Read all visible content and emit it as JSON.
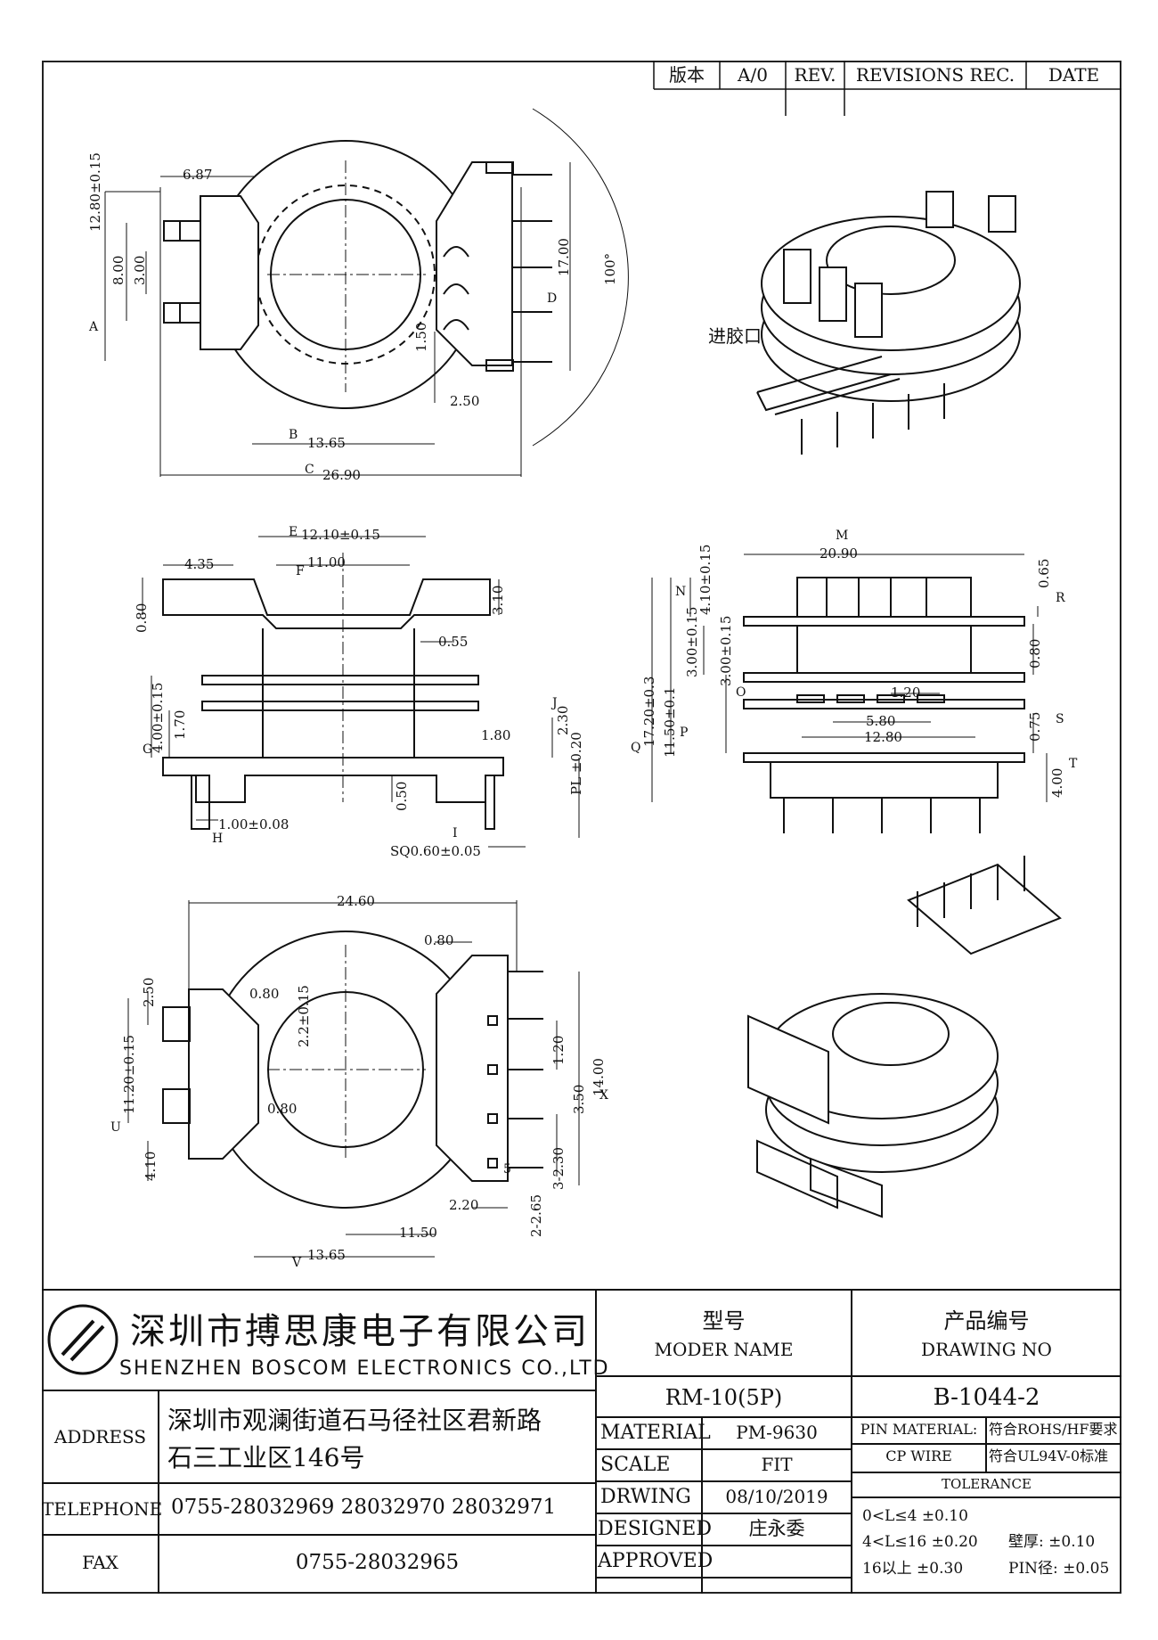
{
  "revision_block": {
    "version_label": "版本",
    "version_value": "A/0",
    "rev_label": "REV.",
    "records_label": "REVISIONS REC.",
    "date_label": "DATE"
  },
  "title_block": {
    "company_cn": "深圳市搏思康电子有限公司",
    "company_en": "SHENZHEN BOSCOM ELECTRONICS CO.,LTD",
    "model_label_cn": "型号",
    "model_label_en": "MODER NAME",
    "model_value": "RM-10(5P)",
    "drawing_label_cn": "产品编号",
    "drawing_label_en": "DRAWING NO",
    "drawing_value": "B-1044-2",
    "address_label": "ADDRESS",
    "address_line1": "深圳市观澜街道石马径社区君新路",
    "address_line2": "石三工业区146号",
    "telephone_label": "TELEPHONE",
    "telephone_value": "0755-28032969 28032970 28032971",
    "fax_label": "FAX",
    "fax_value": "0755-28032965",
    "material_label": "MATERIAL",
    "material_value": "PM-9630",
    "scale_label": "SCALE",
    "scale_value": "FIT",
    "drawing_date_label": "DRWING",
    "drawing_date_value": "08/10/2019",
    "designed_label": "DESIGNED",
    "designed_value": "庄永委",
    "approved_label": "APPROVED",
    "pin_material_label": "PIN MATERIAL:",
    "pin_material_value": "CP WIRE",
    "rohs": "符合ROHS/HF要求",
    "ul": "符合UL94V-0标准",
    "tolerance_title": "TOLERANCE",
    "tol_rows": [
      "0<L≤4 ±0.10",
      "4<L≤16 ±0.20",
      "16以上 ±0.30"
    ],
    "wall_label": "壁厚: ±0.10",
    "pin_dia_label": "PIN径: ±0.05"
  },
  "top_view": {
    "dims": {
      "d687": "6.87",
      "d1280": "12.80±0.15",
      "d800": "8.00",
      "d300": "3.00",
      "d1700": "17.00",
      "d150": "1.50",
      "d250": "2.50",
      "d1365": "13.65",
      "d2690": "26.90",
      "d100deg": "100°"
    },
    "labels": {
      "A": "A",
      "B": "B",
      "C": "C",
      "D": "D"
    }
  },
  "iso_view": {
    "gate_label": "进胶口"
  },
  "side_view": {
    "dims": {
      "d1210": "12.10±0.15",
      "d1100": "11.00",
      "d435": "4.35",
      "d080": "0.80",
      "d310": "3.10",
      "d055": "0.55",
      "d400": "4.00±0.15",
      "d170": "1.70",
      "d180": "1.80",
      "d230": "2.30",
      "dpl": "PL ±0.20",
      "d050": "0.50",
      "d100": "1.00±0.08",
      "dsq": "SQ0.60±0.05"
    },
    "labels": {
      "E": "E",
      "F": "F",
      "G": "G",
      "H": "H",
      "I": "I",
      "J": "J"
    }
  },
  "front_view": {
    "dims": {
      "d2090": "20.90",
      "d410": "4.10±0.15",
      "d065": "0.65",
      "d300a": "3.00±0.15",
      "d300b": "3.00±0.15",
      "d080": "0.80",
      "d1150": "11.50±0.1",
      "d1720": "17.20±0.3",
      "d120": "1.20",
      "d580": "5.80",
      "d1280": "12.80",
      "d075": "0.75",
      "d400": "4.00"
    },
    "labels": {
      "M": "M",
      "N": "N",
      "O": "O",
      "P": "P",
      "Q": "Q",
      "R": "R",
      "S": "S",
      "T": "T"
    }
  },
  "bottom_view": {
    "dims": {
      "d2460": "24.60",
      "d080": "0.80",
      "d250": "2.50",
      "d080b": "0.80",
      "d220": "2.2±0.15",
      "d1120": "11.20±0.15",
      "d080c": "0.80",
      "d410": "4.10",
      "d120": "1.20",
      "d1400": "14.00",
      "d350": "3.50",
      "d230": "3-2.30",
      "d265": "2-2.65",
      "d220b": "2.20",
      "d1150": "11.50",
      "d1365": "13.65"
    },
    "labels": {
      "U": "U",
      "V": "V",
      "X": "X",
      "n5": "5"
    }
  }
}
